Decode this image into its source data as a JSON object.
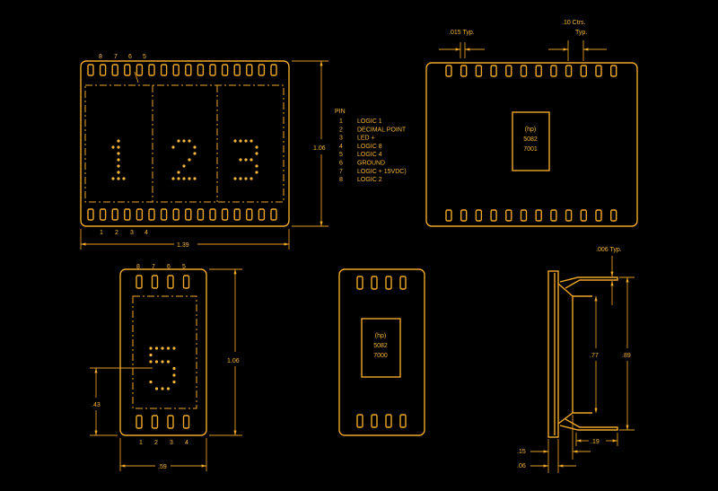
{
  "color": "#f0a828",
  "top_left_view": {
    "top_pin_numbers": [
      "8",
      "7",
      "6",
      "5"
    ],
    "bottom_pin_numbers": [
      "1",
      "2",
      "3",
      "4"
    ],
    "digits_shown": [
      "1",
      "2",
      "3"
    ],
    "width_dim": "1.39",
    "height_dim": "1.06"
  },
  "pin_table": {
    "header": "PIN",
    "rows": [
      {
        "pin": "1",
        "function": "LOGIC 1"
      },
      {
        "pin": "2",
        "function": "DECIMAL POINT"
      },
      {
        "pin": "3",
        "function": "LED +"
      },
      {
        "pin": "4",
        "function": "LOGIC 8"
      },
      {
        "pin": "5",
        "function": "LOGIC 4"
      },
      {
        "pin": "6",
        "function": "GROUND"
      },
      {
        "pin": "7",
        "function": "LOGIC + 15VDC)"
      },
      {
        "pin": "8",
        "function": "LOGIC 2"
      }
    ]
  },
  "top_right_view": {
    "pin_width_dim": ".015 Typ.",
    "pin_spacing_dim_line1": ".10 Ctrs.",
    "pin_spacing_dim_line2": "Typ.",
    "label": [
      "(hp)",
      "5082",
      "7001"
    ]
  },
  "bottom_left_view": {
    "top_pin_numbers": [
      "8",
      "7",
      "6",
      "5"
    ],
    "bottom_pin_numbers": [
      "1",
      "2",
      "3",
      "4"
    ],
    "digit_shown": "5",
    "height_dim": "1.06",
    "digit_height_dim": ".43",
    "width_dim": ".59"
  },
  "bottom_center_view": {
    "label": [
      "(hp)",
      "5082",
      "7000"
    ]
  },
  "side_view": {
    "lead_thickness_dim": ".006 Typ.",
    "inner_height_dim": ".77",
    "outer_height_dim": ".89",
    "lead_length_dim": ".19",
    "body_thickness_dim": ".15",
    "base_thickness_dim": ".06"
  }
}
